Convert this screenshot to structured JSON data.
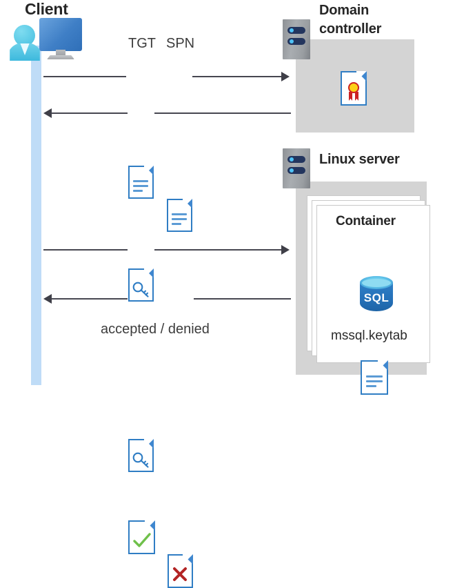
{
  "diagram": {
    "type": "kerberos-authentication-sequence",
    "title_text": "SQL Server on Linux container Kerberos authentication flow"
  },
  "actors": {
    "client": {
      "label": "Client",
      "icon": "client-computer-user-icon"
    },
    "domain_controller": {
      "label": "Domain\ncontroller",
      "label_line1": "Domain",
      "label_line2": "controller",
      "icon": "server-rack-icon",
      "contents": [
        {
          "name": "certificate-document",
          "icon": "certificate-doc-icon",
          "label": ""
        }
      ]
    },
    "linux_server": {
      "label": "Linux server",
      "icon": "server-rack-icon",
      "container": {
        "label": "Container",
        "stack_count": 3,
        "items": [
          {
            "name": "sql-database",
            "icon": "sql-database-icon",
            "label": "SQL"
          },
          {
            "name": "keytab-file",
            "icon": "document-lines-icon",
            "label": "mssql.keytab"
          }
        ]
      }
    }
  },
  "messages": [
    {
      "id": "msg-1",
      "direction": "right",
      "from": "client",
      "to": "domain_controller",
      "artifacts": [
        {
          "label": "TGT",
          "icon": "document-lines-icon"
        },
        {
          "label": "SPN",
          "icon": "document-lines-icon"
        }
      ],
      "caption": ""
    },
    {
      "id": "msg-2",
      "direction": "left",
      "from": "domain_controller",
      "to": "client",
      "artifacts": [
        {
          "label": "",
          "icon": "document-key-icon"
        }
      ],
      "caption": ""
    },
    {
      "id": "msg-3",
      "direction": "right",
      "from": "client",
      "to": "linux_server",
      "artifacts": [
        {
          "label": "",
          "icon": "document-key-icon"
        }
      ],
      "caption": ""
    },
    {
      "id": "msg-4",
      "direction": "left",
      "from": "linux_server",
      "to": "client",
      "artifacts": [
        {
          "label": "",
          "icon": "document-check-icon"
        },
        {
          "label": "",
          "icon": "document-cross-icon"
        }
      ],
      "caption": "accepted / denied"
    }
  ],
  "labels": {
    "tgt": "TGT",
    "spn": "SPN",
    "accepted_denied": "accepted / denied",
    "container": "Container",
    "sql": "SQL",
    "keytab": "mssql.keytab",
    "client": "Client",
    "domain_controller_l1": "Domain",
    "domain_controller_l2": "controller",
    "linux_server": "Linux server"
  },
  "colors": {
    "doc_blue": "#2f7dc4",
    "doc_fold_blue": "#3f87cf",
    "doc_line_blue": "#5b9bd5",
    "lifeline_blue": "#bfdcf7",
    "zone_gray": "#d4d4d4",
    "rack_navy": "#23355e",
    "rack_led": "#4fc3f7",
    "arrow_dark": "#3f3f48",
    "check_green": "#6fc04a",
    "cross_red": "#b32424",
    "ribbon_red": "#cc2222",
    "seal_yellow": "#fdd017",
    "sql_blue": "#2470b8",
    "text_dark": "#262626",
    "card_white": "#ffffff",
    "card_border": "#c9c9c9"
  }
}
